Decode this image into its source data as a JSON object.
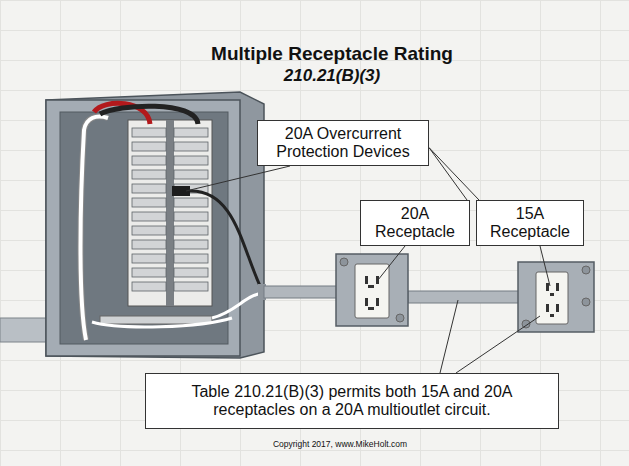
{
  "diagram": {
    "title": "Multiple Receptacle Rating",
    "nodes": [
      {
        "text": [
          "20A Overcurrent Protection Devices"
        ]
      },
      {
        "text": [
          "20A Receptacle"
        ]
      },
      {
        "text": [
          "15A Receptacle"
        ]
      },
      {
        "text": [
          "Table 210.21(B)(3) permits both 15A and 20A receptacles on a 20A multioutlet circuit."
        ]
      }
    ],
    "edges": [
      {
        "from": 0,
        "to": 1,
        "arrow": "none"
      },
      {
        "from": 0,
        "to": 2,
        "arrow": "none"
      }
    ],
    "labels": [
      "210.21(B)(3)",
      "Copyright 2017, www.MikeHolt.com"
    ]
  }
}
